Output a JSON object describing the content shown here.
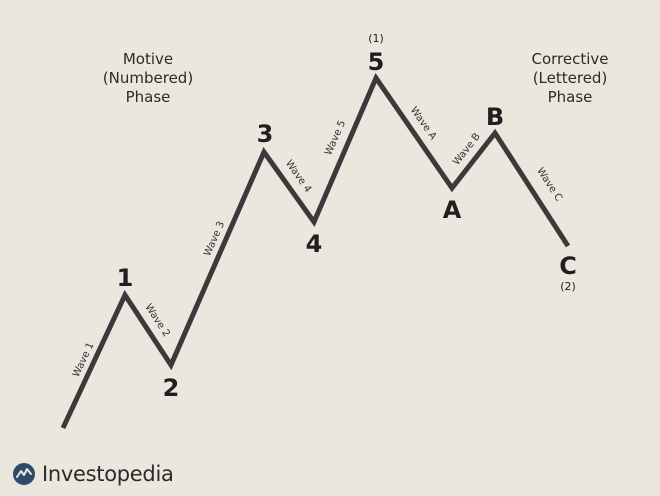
{
  "phases": {
    "motive": [
      "Motive",
      "(Numbered)",
      "Phase"
    ],
    "corrective": [
      "Corrective",
      "(Lettered)",
      "Phase"
    ]
  },
  "points": [
    {
      "label": "1"
    },
    {
      "label": "2"
    },
    {
      "label": "3"
    },
    {
      "label": "4"
    },
    {
      "label": "5",
      "sublabel": "(1)"
    },
    {
      "label": "A"
    },
    {
      "label": "B"
    },
    {
      "label": "C",
      "sublabel": "(2)"
    }
  ],
  "waves": [
    "Wave 1",
    "Wave 2",
    "Wave 3",
    "Wave 4",
    "Wave 5",
    "Wave A",
    "Wave B",
    "Wave C"
  ],
  "brand": {
    "name": "Investopedia"
  },
  "colors": {
    "background": "#ebe6de",
    "line": "#3a3a3a",
    "text": "#1f1f1f",
    "accent": "#2e4a6b"
  }
}
